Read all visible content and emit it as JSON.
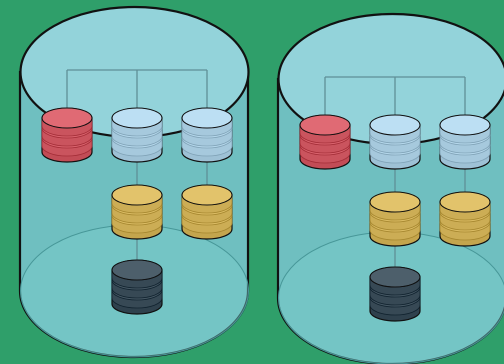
{
  "colors": {
    "background": "#2f9f6a",
    "cylinder_fill": "#6fbfc0",
    "cylinder_top": "#93d3da",
    "outline": "#111111",
    "connector": "#5f8f96",
    "red": "#e06a74",
    "light_blue": "#bcdff3",
    "gold": "#e2c36b",
    "slate": "#4d5f6b"
  },
  "cylinders": [
    {
      "name": "left-cylinder",
      "layers": [
        {
          "name": "top-layer",
          "stacks": [
            {
              "name": "red-disk-stack",
              "color": "red",
              "disks": 3
            },
            {
              "name": "light-blue-disk-stack-center",
              "color": "light_blue",
              "disks": 3
            },
            {
              "name": "light-blue-disk-stack-right",
              "color": "light_blue",
              "disks": 3
            }
          ]
        },
        {
          "name": "middle-layer",
          "stacks": [
            {
              "name": "gold-disk-stack-center",
              "color": "gold",
              "disks": 3
            },
            {
              "name": "gold-disk-stack-right",
              "color": "gold",
              "disks": 3
            }
          ]
        },
        {
          "name": "bottom-layer",
          "stacks": [
            {
              "name": "slate-disk-stack",
              "color": "slate",
              "disks": 3
            }
          ]
        }
      ]
    },
    {
      "name": "right-cylinder",
      "layers": [
        {
          "name": "top-layer",
          "stacks": [
            {
              "name": "red-disk-stack",
              "color": "red",
              "disks": 3
            },
            {
              "name": "light-blue-disk-stack-center",
              "color": "light_blue",
              "disks": 3
            },
            {
              "name": "light-blue-disk-stack-right",
              "color": "light_blue",
              "disks": 3
            }
          ]
        },
        {
          "name": "middle-layer",
          "stacks": [
            {
              "name": "gold-disk-stack-center",
              "color": "gold",
              "disks": 3
            },
            {
              "name": "gold-disk-stack-right",
              "color": "gold",
              "disks": 3
            }
          ]
        },
        {
          "name": "bottom-layer",
          "stacks": [
            {
              "name": "slate-disk-stack",
              "color": "slate",
              "disks": 3
            }
          ]
        }
      ]
    }
  ]
}
